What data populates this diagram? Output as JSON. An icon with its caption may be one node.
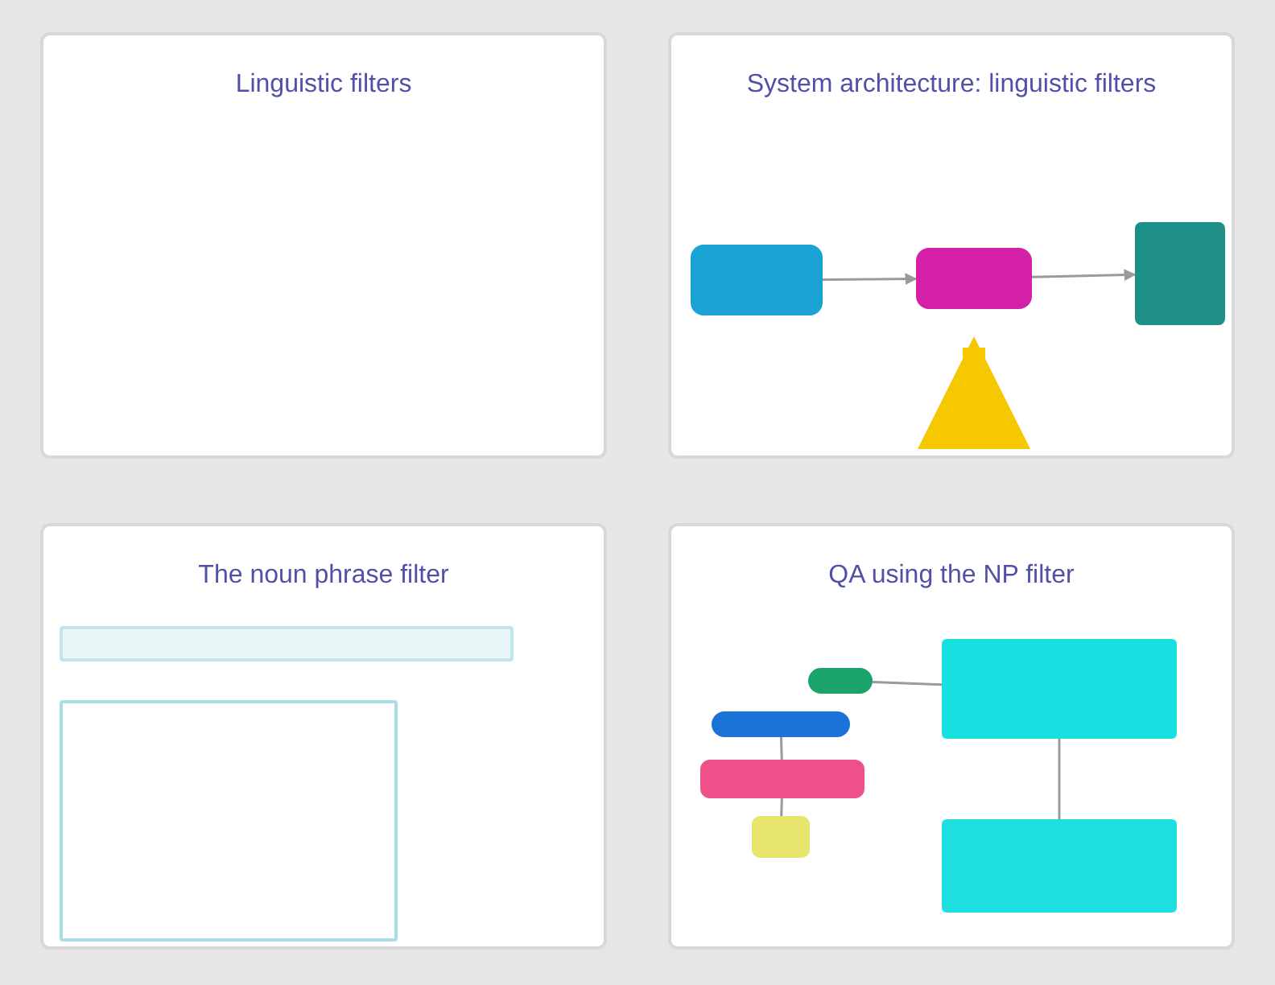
{
  "diagram": {
    "nodes": [
      {
        "text": [
          "Linguistic filters"
        ]
      },
      {
        "text": [
          "System architecture: linguistic filters"
        ]
      },
      {
        "text": [],
        "shape": "box",
        "in": 1
      },
      {
        "text": [],
        "shape": "box",
        "in": 1
      },
      {
        "text": [],
        "shape": "box",
        "in": 1
      },
      {
        "text": [
          "The noun phrase filter"
        ]
      },
      {
        "text": [],
        "shape": "box",
        "in": 5
      },
      {
        "text": [],
        "shape": "box",
        "in": 5
      },
      {
        "text": [
          "QA using the NP filter"
        ]
      },
      {
        "text": [],
        "shape": "box",
        "in": 8
      },
      {
        "text": [],
        "shape": "box",
        "in": 8
      },
      {
        "text": [],
        "shape": "box",
        "in": 8
      },
      {
        "text": [],
        "shape": "box",
        "in": 8
      },
      {
        "text": [],
        "shape": "box",
        "in": 8
      },
      {
        "text": [],
        "shape": "box",
        "in": 8
      }
    ],
    "edges": [
      {
        "from": 2,
        "to": 3,
        "arrow": "to"
      },
      {
        "from": 3,
        "to": 4,
        "arrow": "to"
      },
      {
        "from": null,
        "to": 3,
        "arrow": "to",
        "style": "thick",
        "color": "#f5c800"
      },
      {
        "from": 9,
        "to": 13,
        "arrow": "none"
      },
      {
        "from": 10,
        "to": 11,
        "arrow": "none"
      },
      {
        "from": 11,
        "to": 12,
        "arrow": "none"
      },
      {
        "from": 13,
        "to": 14,
        "arrow": "none"
      }
    ]
  }
}
